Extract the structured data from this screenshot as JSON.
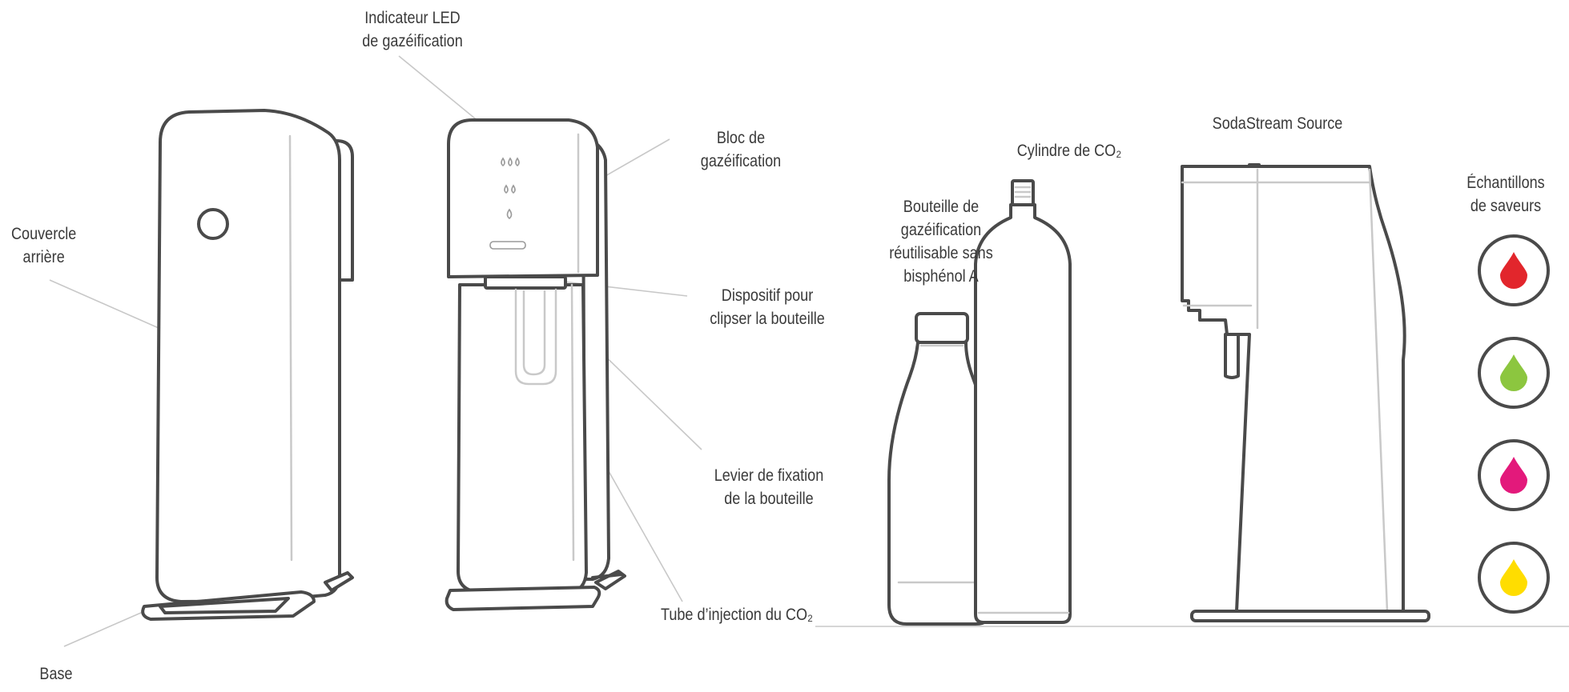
{
  "labels": {
    "led": [
      "Indicateur LED",
      "de gazéification"
    ],
    "back_cover": [
      "Couvercle",
      "arrière"
    ],
    "base": "Base",
    "carbonation_block": [
      "Bloc de",
      "gazéification"
    ],
    "bottle_clip": [
      "Dispositif pour",
      "clipser la bouteille"
    ],
    "bottle_lever": [
      "Levier de fixation",
      "de la bouteille"
    ],
    "co2_tube": "Tube d’injection du CO₂",
    "bottle": [
      "Bouteille de",
      "gazéification",
      "réutilisable sans",
      "bisphénol A"
    ],
    "cylinder": "Cylindre de CO₂",
    "machine": "SodaStream Source",
    "flavors": [
      "Échantillons",
      "de saveurs"
    ]
  },
  "colors": {
    "outline": "#4a4a4a",
    "leader": "#c8c8c8",
    "text": "#3a3a3a"
  },
  "flavor_drops": [
    {
      "name": "red-drop",
      "color": "#e2262c"
    },
    {
      "name": "green-drop",
      "color": "#8cc63f"
    },
    {
      "name": "pink-drop",
      "color": "#e3197b"
    },
    {
      "name": "yellow-drop",
      "color": "#ffdd00"
    }
  ]
}
